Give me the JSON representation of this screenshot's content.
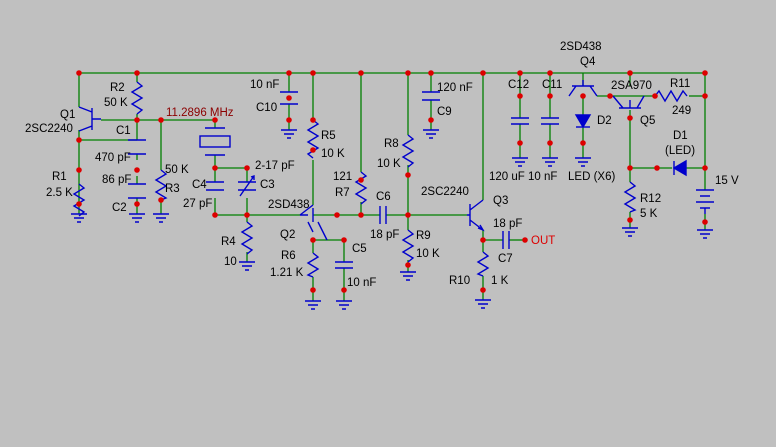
{
  "colors": {
    "background": "#c0c0c0",
    "wire": "#008000",
    "component": "#0000cc",
    "node": "#dd0000",
    "freq_text": "#8b0000"
  },
  "labels": {
    "q1_name": "Q1",
    "q1_part": "2SC2240",
    "r2_name": "R2",
    "r2_val": "50 K",
    "c1_name": "C1",
    "c1_val": "470 pF",
    "r1_name": "R1",
    "r1_val": "2.5 K",
    "c2_name": "C2",
    "c2_val": "86 pF",
    "r3_val": "50 K",
    "r3_name": "R3",
    "crystal_freq": "11.2896 MHz",
    "c10_val": "10 nF",
    "c10_name": "C10",
    "c4_name": "C4",
    "c4_val": "27 pF",
    "c3_range": "2-17 pF",
    "c3_name": "C3",
    "q2_part": "2SD438",
    "q2_name": "Q2",
    "r4_name": "R4",
    "r4_val": "10",
    "r5_name": "R5",
    "r5_val": "10 K",
    "r6_name": "R6",
    "r6_val": "1.21 K",
    "c5_name": "C5",
    "c5_val": "10 nF",
    "r7_val": "121",
    "r7_name": "R7",
    "c6_name": "C6",
    "c6_val": "18 pF",
    "r8_name": "R8",
    "r8_val": "10 K",
    "r9_name": "R9",
    "r9_val": "10 K",
    "c9_val": "120 nF",
    "c9_name": "C9",
    "q3_part": "2SC2240",
    "q3_name": "Q3",
    "c7_val": "18 pF",
    "c7_name": "C7",
    "r10_name": "R10",
    "r10_val": "1 K",
    "out": "OUT",
    "q4_part": "2SD438",
    "q4_name": "Q4",
    "c12_name": "C12",
    "c11_name": "C11",
    "caps_vals": "120 uF 10 nF",
    "d2_name": "D2",
    "d2_desc": "LED (X6)",
    "q5_part": "2SA970",
    "q5_name": "Q5",
    "r11_name": "R11",
    "r11_val": "249",
    "d1_name": "D1",
    "d1_desc": "(LED)",
    "r12_name": "R12",
    "r12_val": "5 K",
    "supply": "15 V"
  }
}
